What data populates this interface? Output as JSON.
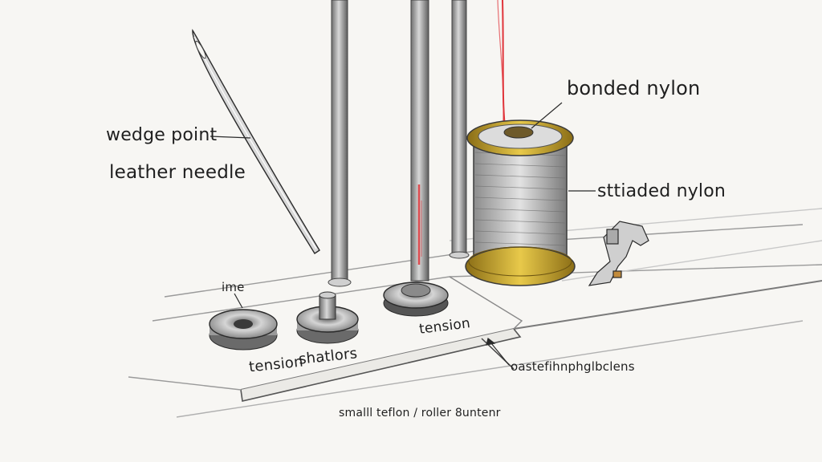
{
  "labels": {
    "wedge_point": "wedge point",
    "leather_needle": "leather needle",
    "bonded_nylon": "bonded nylon",
    "stranded_nylon": "sttiaded nylon",
    "ime": "ime",
    "tension_left": "tension",
    "shatlors": "shatlors",
    "tension_center": "tension",
    "oaste": "oastefihnphglbclens",
    "small_teflon": "smalll teflon / roller 8untenr"
  },
  "colors": {
    "background": "#f7f6f3",
    "ink": "#2a2a2a",
    "thread_red": "#e0343a",
    "spool_gold": "#c9a227"
  }
}
